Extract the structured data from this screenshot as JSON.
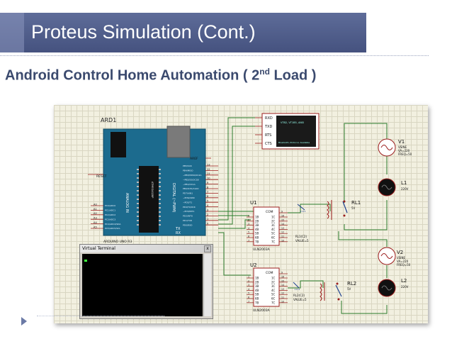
{
  "slide": {
    "title": "Proteus Simulation (Cont.)",
    "subtitle_main": "Android Control Home Automation ( 2",
    "subtitle_sup": "nd",
    "subtitle_end": " Load )"
  },
  "schematic": {
    "arduino": {
      "ref": "ARD1",
      "footer": "ARDUINO UNO R3",
      "aref": "AREF",
      "reset": "RESET",
      "chip": "ATMEGA328P",
      "analog_label": "ANALOG IN",
      "digital_label": "DIGITAL (~PWM)",
      "right_pins": [
        "13",
        "12",
        "11",
        "10",
        "9",
        "8",
        "7",
        "6",
        "5",
        "4",
        "3",
        "2",
        "1",
        "0"
      ],
      "right_pin_names": [
        "PB5/SCK",
        "PB4/MISO",
        "~PB3/MOSI/OC2A",
        "~PB2/SS/OC1B",
        "~PB1/OC1A",
        "PB0/ICP1/CLKO",
        "PD7/AIN1",
        "~PD6/AIN0",
        "~PD5/T1",
        "PD4/T0/XCK",
        "~PD3/INT1",
        "PD2/INT0",
        "PD1/TXD",
        "PD0/RXD"
      ],
      "left_pins": [
        "A0",
        "A1",
        "A2",
        "A3",
        "A4",
        "A5"
      ],
      "left_pin_names": [
        "PC0/ADC0",
        "PC1/ADC1",
        "PC2/ADC2",
        "PC3/ADC3",
        "PC4/ADC4/SDA",
        "PC5/ADC5/SCL"
      ],
      "tx": "TX",
      "rx": "RX"
    },
    "bluetooth": {
      "pins": [
        "RXD",
        "TXD",
        "RTS",
        "CTS"
      ],
      "lcd_line1": "VTB2, VT1B5, ANSI",
      "lcd_line2": "Bluetooth, Protocol, Available"
    },
    "u1": {
      "ref": "U1",
      "part": "ULN2003A",
      "inputs": [
        "1B",
        "2B",
        "3B",
        "4B",
        "5B",
        "6B",
        "7B"
      ],
      "outputs": [
        "1C",
        "2C",
        "3C",
        "4C",
        "5C",
        "6C",
        "7C"
      ],
      "com": "COM",
      "left_nums": [
        "1",
        "2",
        "3",
        "4",
        "5",
        "6",
        "7"
      ],
      "right_nums": [
        "16",
        "15",
        "14",
        "13",
        "12",
        "11",
        "10"
      ],
      "com_num": "9"
    },
    "u2": {
      "ref": "U2",
      "part": "ULN2003A",
      "inputs": [
        "1B",
        "2B",
        "3B",
        "4B",
        "5B",
        "6B",
        "7B"
      ],
      "outputs": [
        "1C",
        "2C",
        "3C",
        "4C",
        "5C",
        "6C",
        "7C"
      ],
      "com": "COM",
      "left_nums": [
        "1",
        "2",
        "3",
        "4",
        "5",
        "6",
        "7"
      ],
      "right_nums": [
        "16",
        "15",
        "14",
        "13",
        "12",
        "11",
        "10"
      ],
      "com_num": "9"
    },
    "rl1": {
      "ref": "RL1",
      "volt": "5V",
      "diode_ref": "RL1(C2)",
      "diode_val": "VALUE=5"
    },
    "rl2": {
      "ref": "RL2",
      "volt": "5V",
      "diode_ref": "RL2(C2)",
      "diode_val": "VALUE=5"
    },
    "v1": {
      "ref": "V1",
      "type": "VSINE",
      "va": "VA=220",
      "freq": "FREQ=50"
    },
    "v2": {
      "ref": "V2",
      "type": "VSINE",
      "va": "VA=220",
      "freq": "FREQ=50"
    },
    "l1": {
      "ref": "L1",
      "volt": "220V"
    },
    "l2": {
      "ref": "L2",
      "volt": "220V"
    }
  },
  "virtual_terminal": {
    "title": "Virtual Terminal",
    "close": "x",
    "cursor_color": "#3dff3d"
  },
  "colors": {
    "title_bar": "#4f5c89",
    "subtitle": "#3b4a6e",
    "arduino_board": "#1c6b8e",
    "wire": "#2a7a2a",
    "component_outline": "#9b1c1c"
  }
}
